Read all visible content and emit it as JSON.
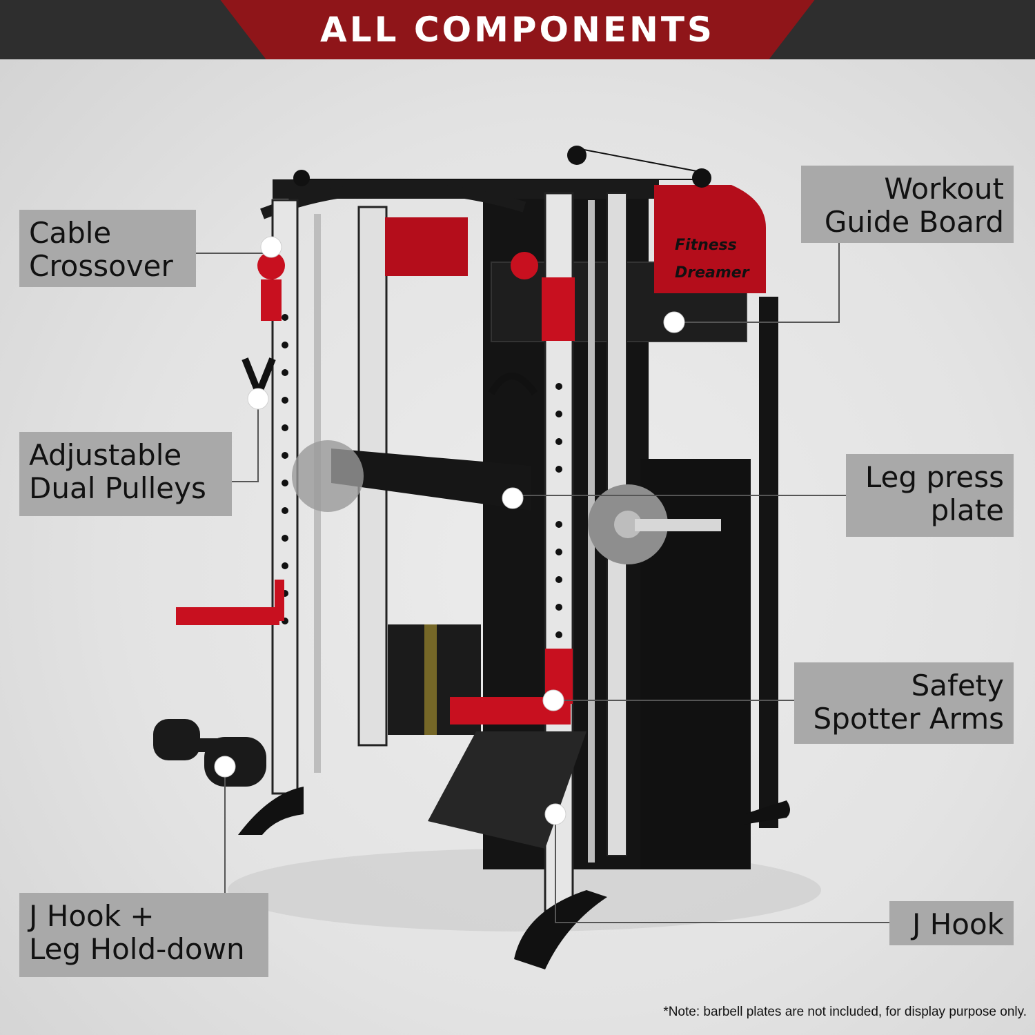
{
  "header": {
    "title": "ALL COMPONENTS"
  },
  "brand": {
    "line1": "Fitness",
    "line2": "Dreamer"
  },
  "labels": {
    "cable_crossover": {
      "line1": "Cable",
      "line2": "Crossover"
    },
    "dual_pulleys": {
      "line1": "Adjustable",
      "line2": "Dual Pulleys"
    },
    "jhook_leg": {
      "line1": "J Hook +",
      "line2": "Leg Hold-down"
    },
    "guide_board": {
      "line1": "Workout",
      "line2": "Guide Board"
    },
    "leg_press": {
      "line1": "Leg press",
      "line2": "plate"
    },
    "spotter_arms": {
      "line1": "Safety",
      "line2": "Spotter Arms"
    },
    "jhook": {
      "line1": "J Hook"
    }
  },
  "note": "*Note: barbell plates are not included, for display purpose only.",
  "colors": {
    "accent_red": "#8f1519",
    "frame_red": "#c8101f",
    "header_dark": "#2e2e2e",
    "label_bg": "#a9a9a9"
  }
}
